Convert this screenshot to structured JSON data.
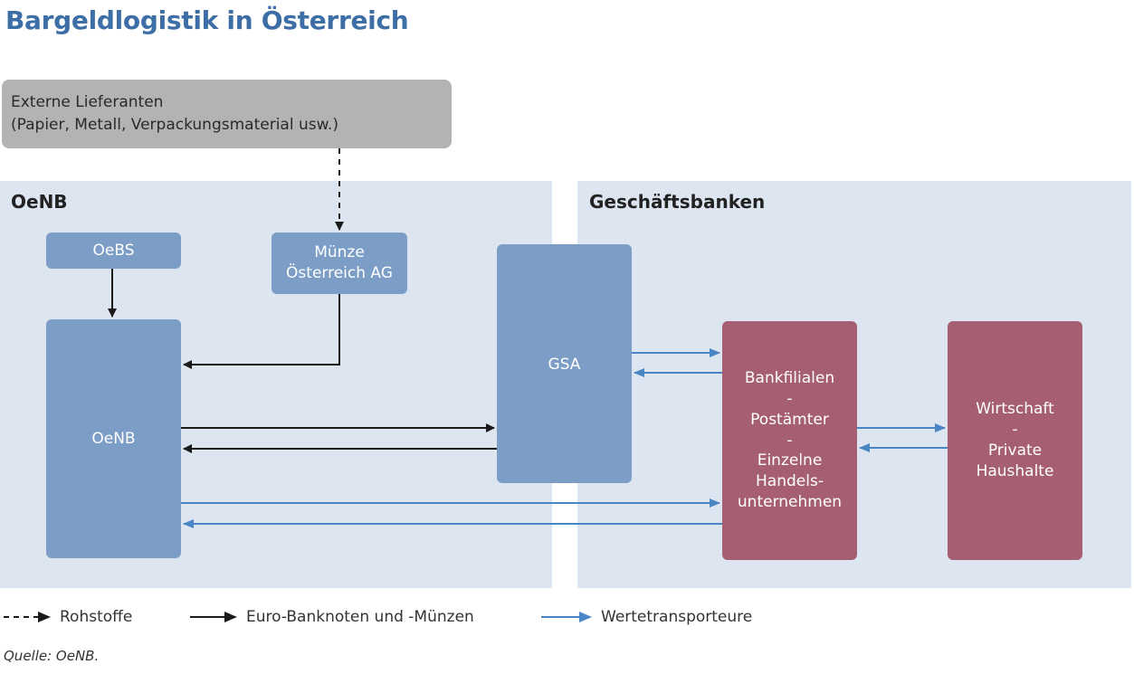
{
  "title": "Bargeldlogistik in Österreich",
  "external_supplier": {
    "line1": "Externe Lieferanten",
    "line2": "(Papier, Metall, Verpackungsmaterial usw.)"
  },
  "panels": {
    "left_label": "OeNB",
    "right_label": "Geschäftsbanken"
  },
  "boxes": {
    "oebs": "OeBS",
    "muenze": [
      "Münze",
      "Österreich AG"
    ],
    "oenb": "OeNB",
    "gsa": "GSA",
    "bank": [
      "Bankfilialen",
      "-",
      "Postämter",
      "-",
      "Einzelne",
      "Handels-",
      "unternehmen"
    ],
    "economy": [
      "Wirtschaft",
      "-",
      "Private",
      "Haushalte"
    ]
  },
  "legend": {
    "raw_materials": "Rohstoffe",
    "euro": "Euro-Banknoten und -Münzen",
    "transporters": "Wertetransporteure"
  },
  "source": "Quelle: OeNB.",
  "colors": {
    "title": "#3d6fa6",
    "panel": "#dde5f0",
    "blue_box": "#7b9dc6",
    "red_box": "#a65f72",
    "grey_box": "#b3b3b3",
    "black_arrow": "#1a1a1a",
    "blue_arrow": "#4a86c5"
  }
}
